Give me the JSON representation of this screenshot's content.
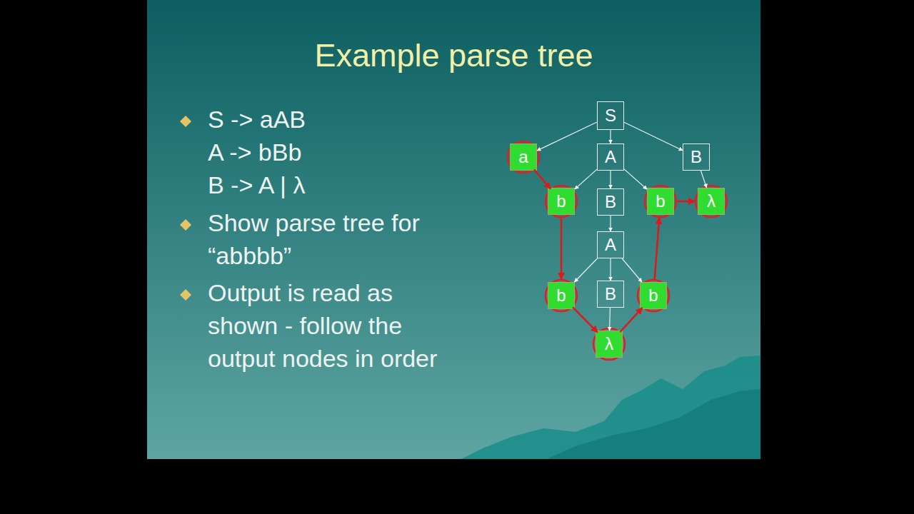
{
  "diagram": {
    "title": "Example parse tree",
    "nodes": [
      {
        "text": [
          "S"
        ]
      },
      {
        "text": [
          "a"
        ]
      },
      {
        "text": [
          "A"
        ]
      },
      {
        "text": [
          "B"
        ]
      },
      {
        "text": [
          "b"
        ]
      },
      {
        "text": [
          "B"
        ]
      },
      {
        "text": [
          "b"
        ]
      },
      {
        "text": [
          "λ"
        ]
      },
      {
        "text": [
          "A"
        ]
      },
      {
        "text": [
          "b"
        ]
      },
      {
        "text": [
          "B"
        ]
      },
      {
        "text": [
          "b"
        ]
      },
      {
        "text": [
          "λ"
        ]
      }
    ],
    "edges": [
      {
        "from": 0,
        "to": 1,
        "arrow": "to"
      },
      {
        "from": 0,
        "to": 2,
        "arrow": "to"
      },
      {
        "from": 0,
        "to": 3,
        "arrow": "to"
      },
      {
        "from": 2,
        "to": 4,
        "arrow": "to"
      },
      {
        "from": 2,
        "to": 5,
        "arrow": "to"
      },
      {
        "from": 2,
        "to": 6,
        "arrow": "to"
      },
      {
        "from": 3,
        "to": 7,
        "arrow": "to"
      },
      {
        "from": 5,
        "to": 8,
        "arrow": "to"
      },
      {
        "from": 8,
        "to": 9,
        "arrow": "to"
      },
      {
        "from": 8,
        "to": 10,
        "arrow": "to"
      },
      {
        "from": 8,
        "to": 11,
        "arrow": "to"
      },
      {
        "from": 10,
        "to": 12,
        "arrow": "to"
      },
      {
        "from": 1,
        "to": 4,
        "arrow": "to"
      },
      {
        "from": 4,
        "to": 9,
        "arrow": "to"
      },
      {
        "from": 9,
        "to": 12,
        "arrow": "to"
      },
      {
        "from": 12,
        "to": 11,
        "arrow": "to"
      },
      {
        "from": 11,
        "to": 6,
        "arrow": "to"
      },
      {
        "from": 6,
        "to": 7,
        "arrow": "to"
      }
    ],
    "labels": [
      "S -> aAB",
      "A -> bBb",
      "B -> A | λ",
      "Show parse tree for “abbbb”",
      "Output is read as shown - follow the output nodes in order"
    ]
  }
}
